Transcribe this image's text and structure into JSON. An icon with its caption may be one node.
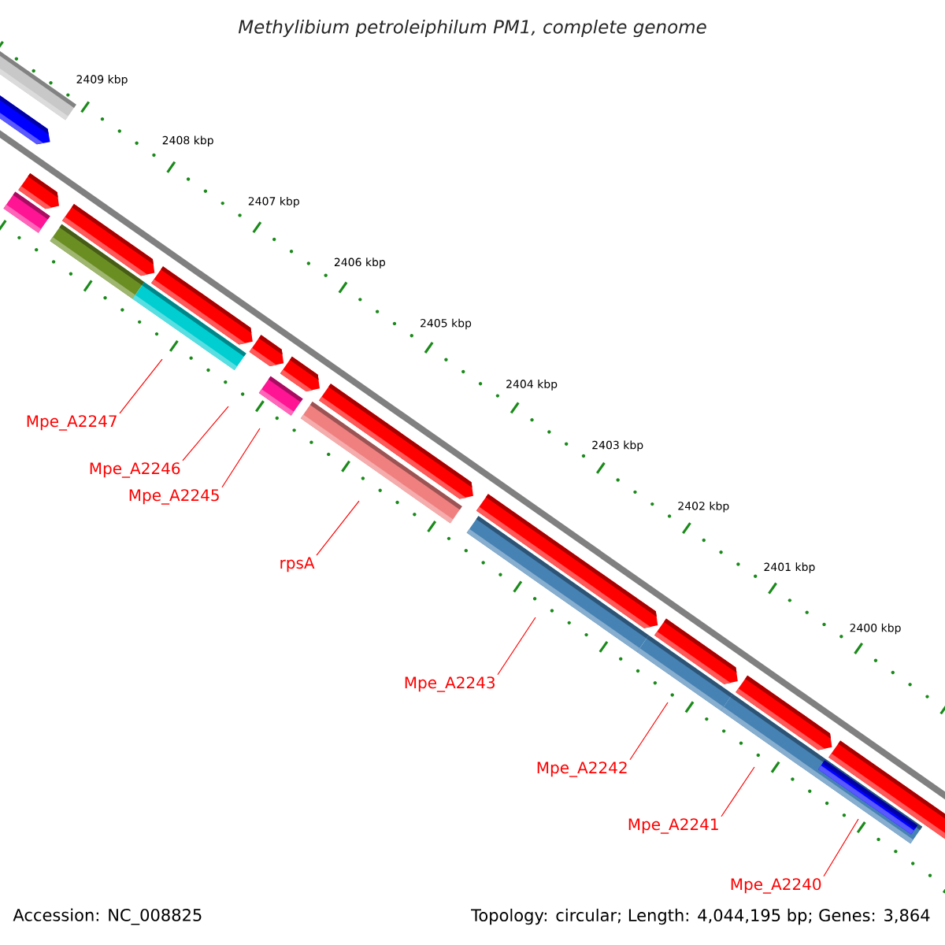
{
  "diagram": {
    "title": "Methylibium petroleiphilum PM1, complete genome",
    "nodes": [
      {
        "text": [
          "Mpe_A2247"
        ]
      },
      {
        "text": [
          "Mpe_A2246"
        ]
      },
      {
        "text": [
          "Mpe_A2245"
        ]
      },
      {
        "text": [
          "rpsA"
        ]
      },
      {
        "text": [
          "Mpe_A2243"
        ]
      },
      {
        "text": [
          "Mpe_A2242"
        ]
      },
      {
        "text": [
          "Mpe_A2241"
        ]
      },
      {
        "text": [
          "Mpe_A2240"
        ]
      }
    ],
    "edges": [
      {
        "from": 0,
        "to": null,
        "arrow": "none"
      },
      {
        "from": 1,
        "to": null,
        "arrow": "none"
      },
      {
        "from": 2,
        "to": null,
        "arrow": "none"
      },
      {
        "from": 3,
        "to": null,
        "arrow": "none"
      },
      {
        "from": 4,
        "to": null,
        "arrow": "none"
      },
      {
        "from": 5,
        "to": null,
        "arrow": "none"
      },
      {
        "from": 6,
        "to": null,
        "arrow": "none"
      },
      {
        "from": 7,
        "to": null,
        "arrow": "none"
      }
    ],
    "labels": [
      "2409 kbp",
      "2408 kbp",
      "2407 kbp",
      "2406 kbp",
      "2405 kbp",
      "2404 kbp",
      "2403 kbp",
      "2402 kbp",
      "2401 kbp",
      "2400 kbp",
      "Accession: NC_008825",
      "Topology: circular; Length: 4,044,195 bp; Genes: 3,864"
    ]
  }
}
